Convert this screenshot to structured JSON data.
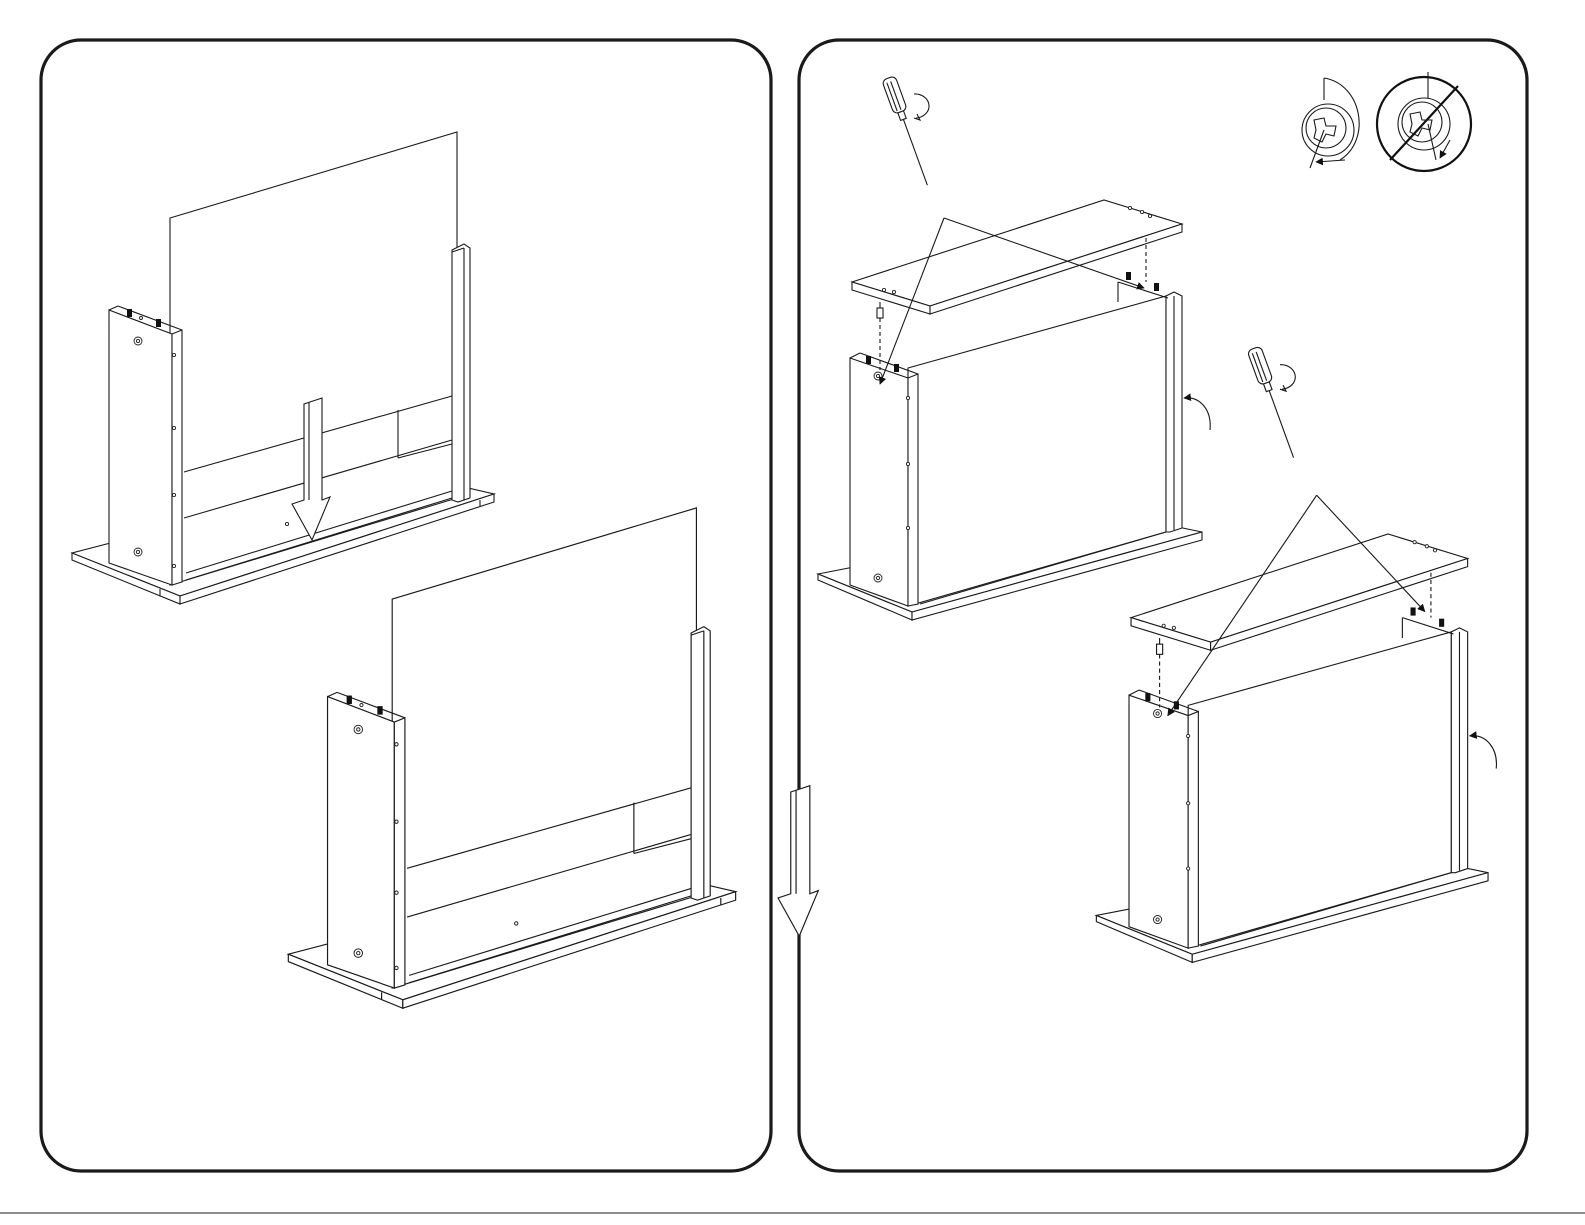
{
  "colors": {
    "line": "#1a1a1a",
    "background": "#ffffff"
  },
  "panels": [
    {
      "id": "left",
      "icon": "panel-insert-diagram"
    },
    {
      "id": "right",
      "icon": "top-panel-screw-diagram"
    }
  ],
  "icons": [
    "screwdriver-icon",
    "cam-lock-correct-icon",
    "cam-lock-incorrect-icon",
    "down-arrow-icon",
    "rotate-arrow-icon"
  ]
}
